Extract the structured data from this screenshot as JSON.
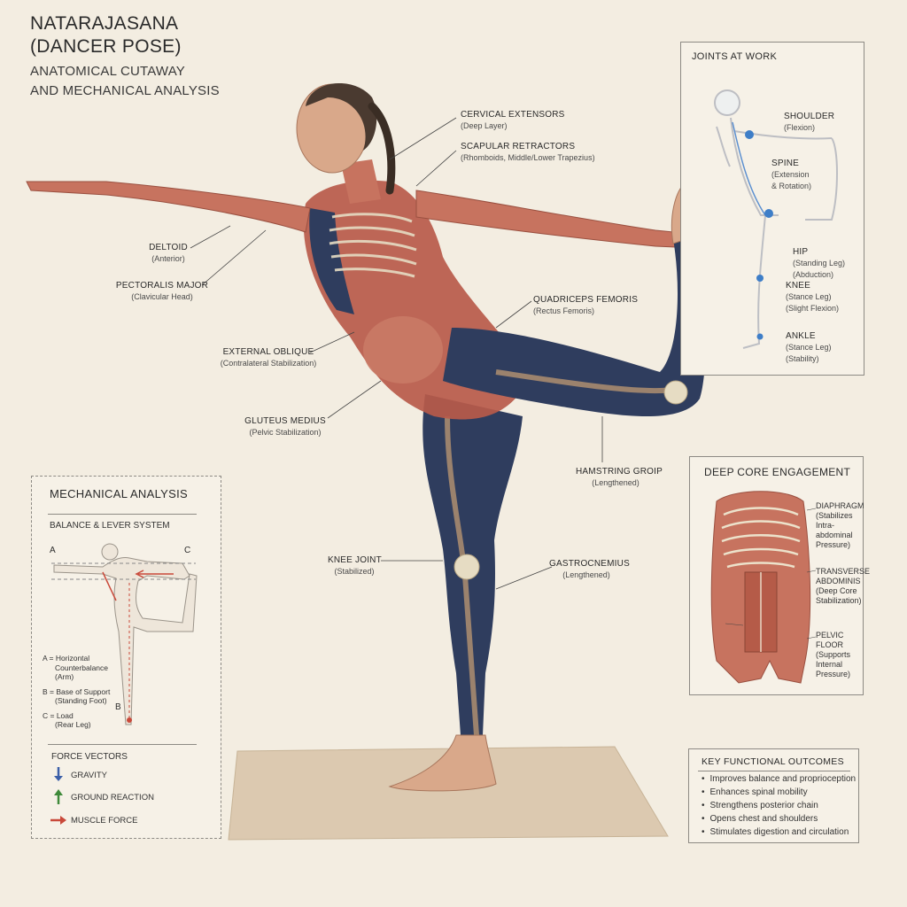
{
  "header": {
    "title_line1": "NATARAJASANA",
    "title_line2": "(DANCER POSE)",
    "subtitle_line1": "ANATOMICAL CUTAWAY",
    "subtitle_line2": "AND MECHANICAL ANALYSIS"
  },
  "labels": {
    "cervical": {
      "name": "CERVICAL EXTENSORS",
      "desc": "(Deep Layer)"
    },
    "scapular": {
      "name": "SCAPULAR RETRACTORS",
      "desc": "(Rhomboids, Middle/Lower Trapezius)"
    },
    "deltoid": {
      "name": "DELTOID",
      "desc": "(Anterior)"
    },
    "pectoralis": {
      "name": "PECTORALIS MAJOR",
      "desc": "(Clavicular Head)"
    },
    "quadriceps": {
      "name": "QUADRICEPS FEMORIS",
      "desc": "(Rectus Femoris)"
    },
    "oblique": {
      "name": "EXTERNAL OBLIQUE",
      "desc": "(Contralateral Stabilization)"
    },
    "gluteus": {
      "name": "GLUTEUS MEDIUS",
      "desc": "(Pelvic Stabilization)"
    },
    "hamstring": {
      "name": "HAMSTRING GROIP",
      "desc": "(Lengthened)"
    },
    "knee": {
      "name": "KNEE JOINT",
      "desc": "(Stabilized)"
    },
    "gastrocnemius": {
      "name": "GASTROCNEMIUS",
      "desc": "(Lengthened)"
    }
  },
  "joints_panel": {
    "title": "JOINTS AT WORK",
    "items": [
      {
        "name": "SHOULDER",
        "desc": "(Flexion)"
      },
      {
        "name": "SPINE",
        "desc": "(Extension",
        "desc2": "& Rotation)"
      },
      {
        "name": "HIP",
        "desc": "(Standing Leg)",
        "desc2": "(Abduction)"
      },
      {
        "name": "KNEE",
        "desc": "(Stance Leg)",
        "desc2": "(Slight Flexion)"
      },
      {
        "name": "ANKLE",
        "desc": "(Stance Leg)",
        "desc2": "(Stability)"
      }
    ]
  },
  "core_panel": {
    "title": "DEEP CORE ENGAGEMENT",
    "items": [
      {
        "name": "DIAPHRAGM",
        "desc": "(Stabilizes",
        "desc2": "Intra-abdominal",
        "desc3": "Pressure)"
      },
      {
        "name": "TRANSVERSE",
        "name2": "ABDOMINIS",
        "desc": "(Deep Core",
        "desc2": "Stabilization)"
      },
      {
        "name": "PELVIC FLOOR",
        "desc": "(Supports",
        "desc2": "Internal Pressure)"
      }
    ]
  },
  "mech_panel": {
    "title": "MECHANICAL ANALYSIS",
    "section": "BALANCE & LEVER SYSTEM",
    "point_a": "A",
    "point_b": "B",
    "point_c": "C",
    "legend": [
      {
        "line1": "A = Horizontal",
        "line2": "Counterbalance",
        "line3": "(Arm)"
      },
      {
        "line1": "B = Base of Support",
        "line2": "(Standing Foot)"
      },
      {
        "line1": "C = Load",
        "line2": "(Rear Leg)"
      }
    ],
    "force_title": "FORCE VECTORS",
    "forces": [
      {
        "label": "GRAVITY",
        "color": "#3b5fa8"
      },
      {
        "label": "GROUND REACTION",
        "color": "#3f8a3a"
      },
      {
        "label": "MUSCLE FORCE",
        "color": "#c9493a"
      }
    ]
  },
  "outcomes_panel": {
    "title": "KEY FUNCTIONAL OUTCOMES",
    "items": [
      "Improves balance and proprioception",
      "Enhances spinal mobility",
      "Strengthens posterior chain",
      "Opens chest and shoulders",
      "Stimulates digestion and circulation"
    ]
  },
  "colors": {
    "muscle": "#b85a4a",
    "bone": "#e6dcc3",
    "leggings": "#2f3d5e",
    "skin": "#d9a88a",
    "mat": "#dcc9b0"
  }
}
